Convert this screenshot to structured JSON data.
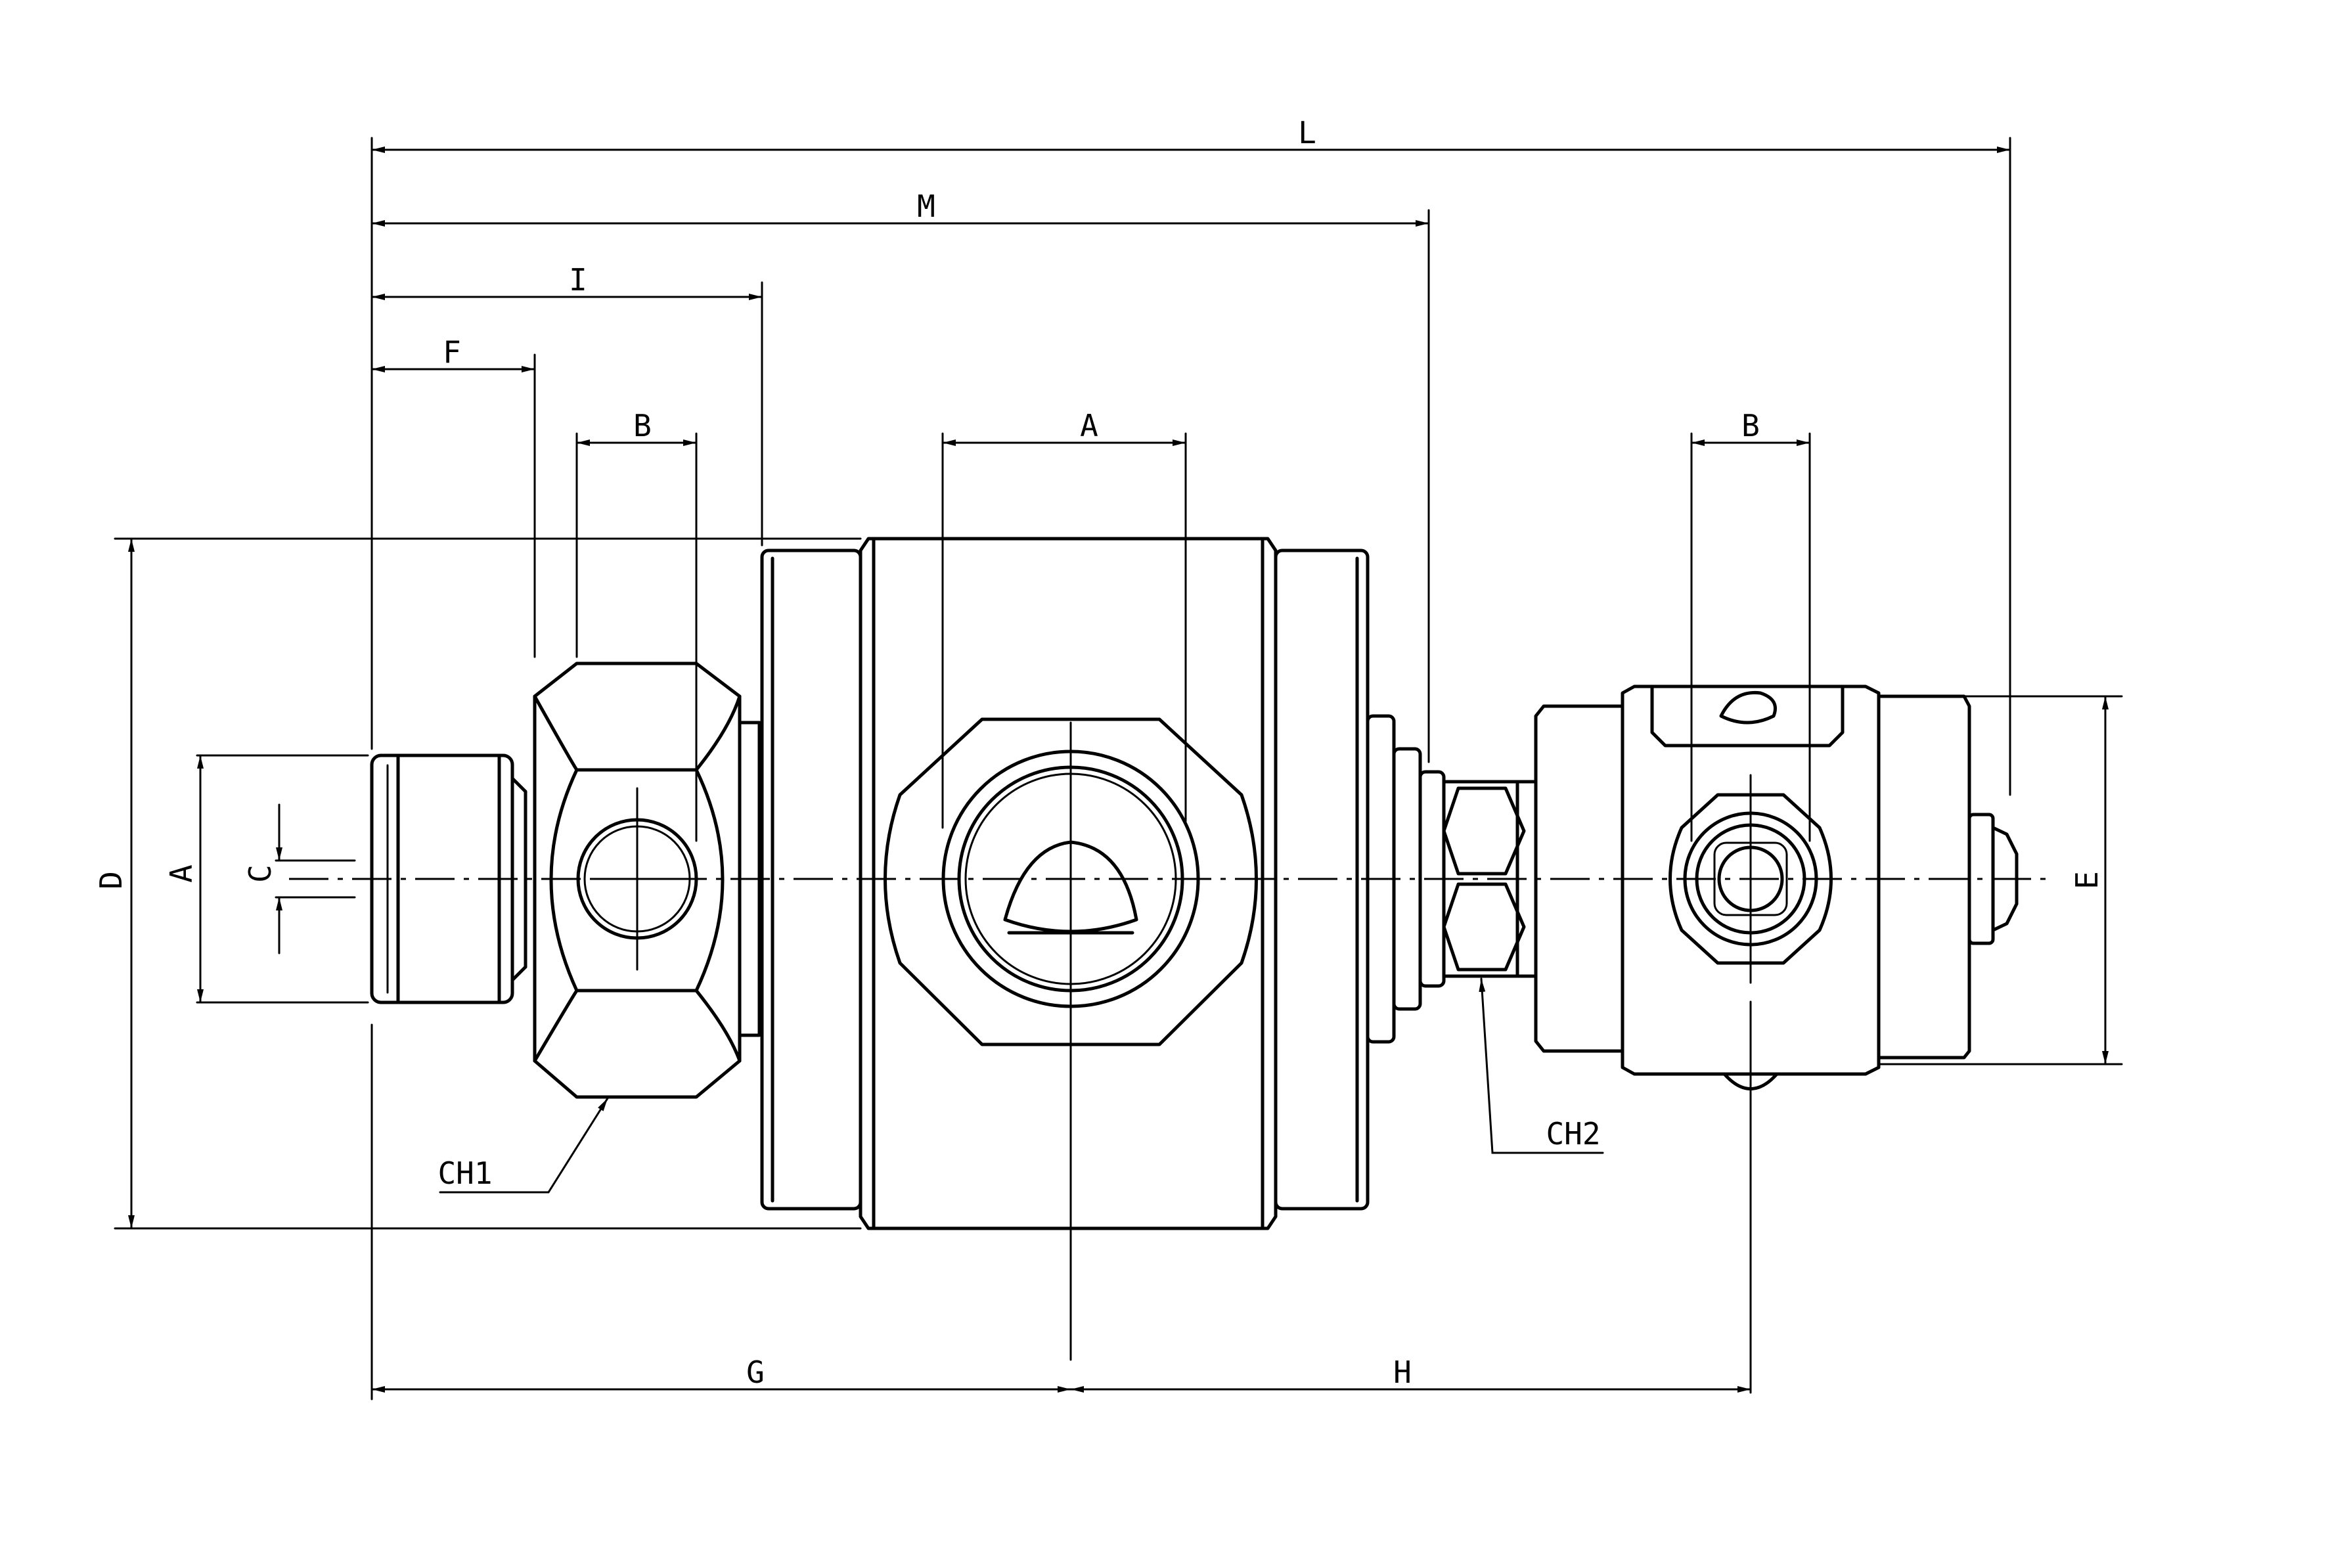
{
  "diagram": {
    "dimension_labels": {
      "L": "L",
      "M": "M",
      "I": "I",
      "F": "F",
      "B_left": "B",
      "A_top": "A",
      "B_right": "B",
      "D": "D",
      "A_left": "A",
      "C": "C",
      "E": "E",
      "G": "G",
      "H": "H",
      "CH1": "CH1",
      "CH2": "CH2"
    }
  },
  "colors": {
    "line": "#000000",
    "background": "#ffffff"
  }
}
